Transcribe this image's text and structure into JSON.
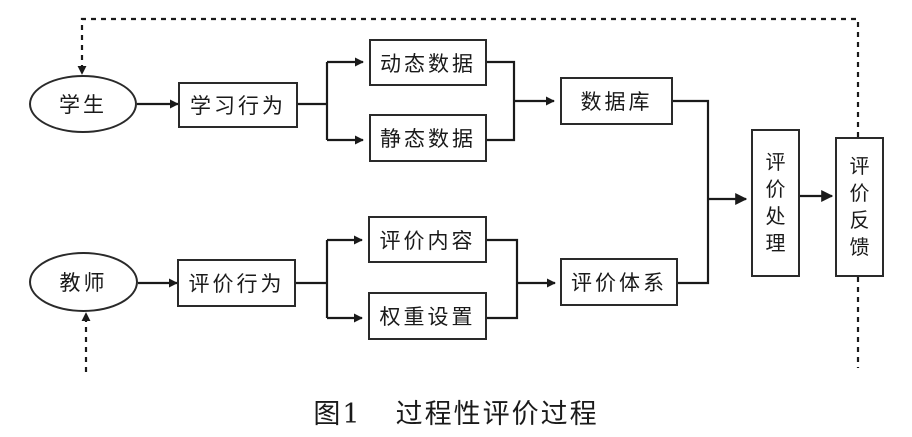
{
  "nodes": {
    "student": "学生",
    "teacher": "教师",
    "learning_behavior": "学习行为",
    "evaluation_behavior": "评价行为",
    "dynamic_data": "动态数据",
    "static_data": "静态数据",
    "evaluation_content": "评价内容",
    "weight_setting": "权重设置",
    "database": "数据库",
    "evaluation_system": "评价体系",
    "evaluation_processing": [
      "评",
      "价",
      "处",
      "理"
    ],
    "evaluation_feedback": [
      "评",
      "价",
      "反",
      "馈"
    ]
  },
  "caption": {
    "figure_number": "图1",
    "title": "过程性评价过程"
  }
}
